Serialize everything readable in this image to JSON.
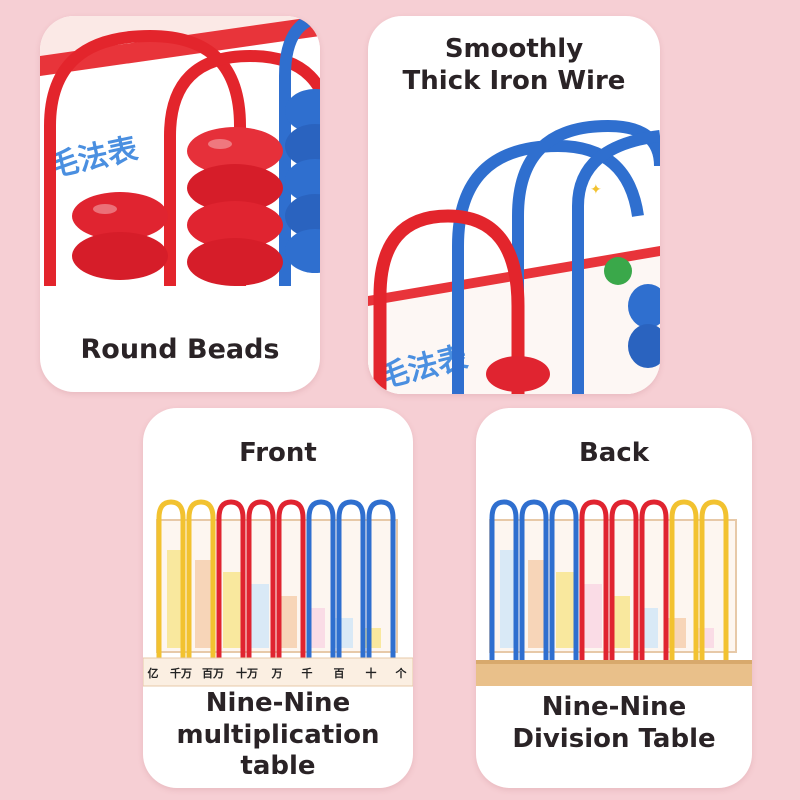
{
  "cards": {
    "round_beads": {
      "caption": "Round Beads"
    },
    "iron_wire": {
      "caption_line1": "Smoothly",
      "caption_line2": "Thick Iron Wire"
    },
    "front": {
      "title": "Front",
      "caption_line1": "Nine-Nine",
      "caption_line2": "multiplication table",
      "place_values": [
        "亿",
        "千万",
        "百万",
        "十万",
        "万",
        "千",
        "百",
        "十",
        "个"
      ]
    },
    "back": {
      "title": "Back",
      "caption_line1": "Nine-Nine",
      "caption_line2": "Division Table"
    }
  },
  "colors": {
    "background": "#f6cfd4",
    "card": "#ffffff",
    "red_bead": "#e02430",
    "blue_bead": "#2f6fcf",
    "yellow_rod": "#f2c230",
    "wood": "#e9c08a"
  }
}
